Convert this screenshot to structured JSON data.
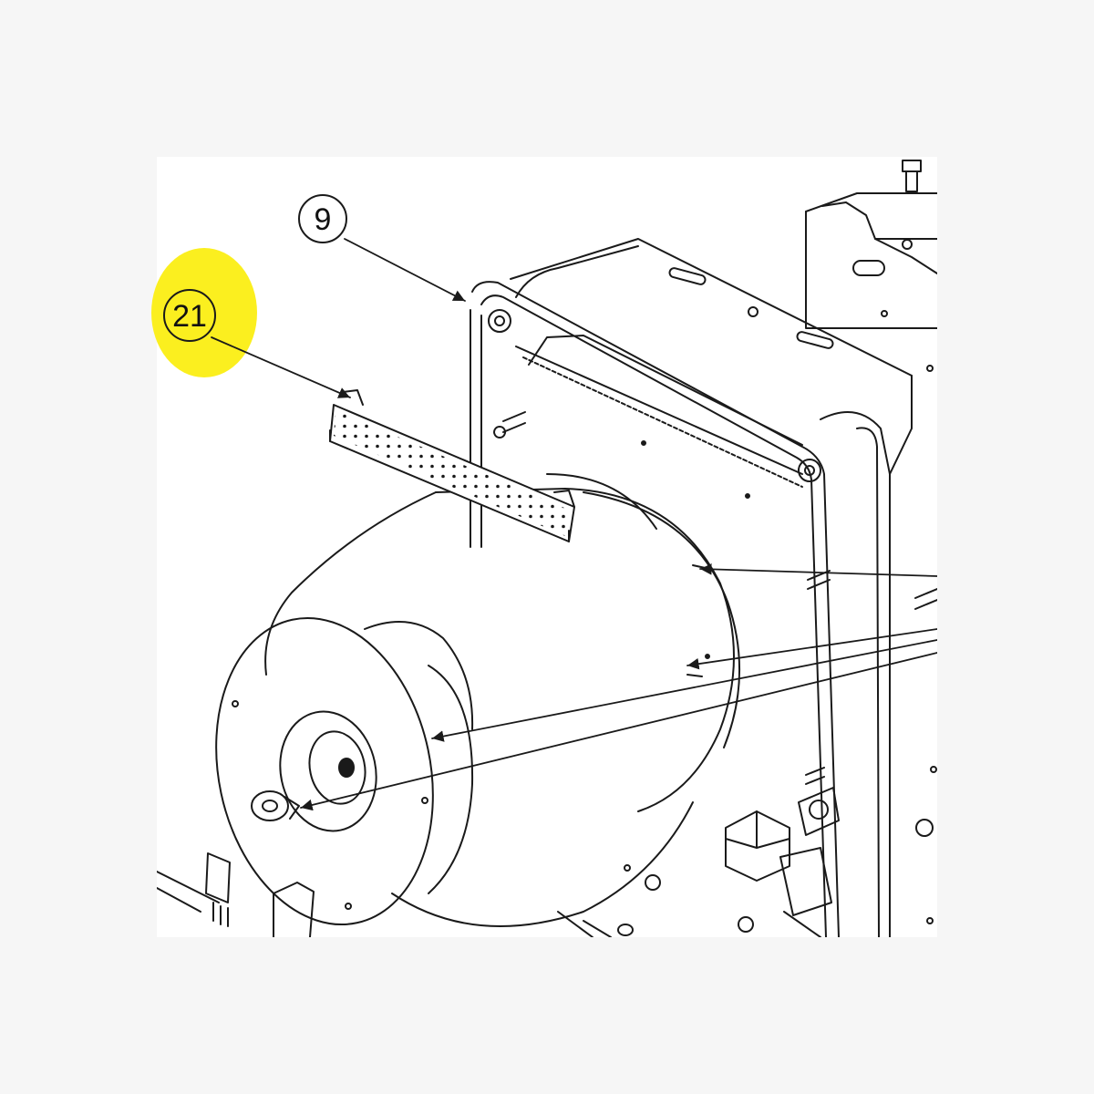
{
  "callouts": [
    {
      "id": "callout-9",
      "label": "9"
    },
    {
      "id": "callout-21",
      "label": "21",
      "highlighted": true
    }
  ],
  "colors": {
    "page_background": "#f6f6f6",
    "drawing_background": "#ffffff",
    "line": "#1a1a1a",
    "highlight": "#fbef1f"
  },
  "icons": [
    "blower-motor-housing",
    "terminal-strip-connector",
    "chassis-frame"
  ]
}
